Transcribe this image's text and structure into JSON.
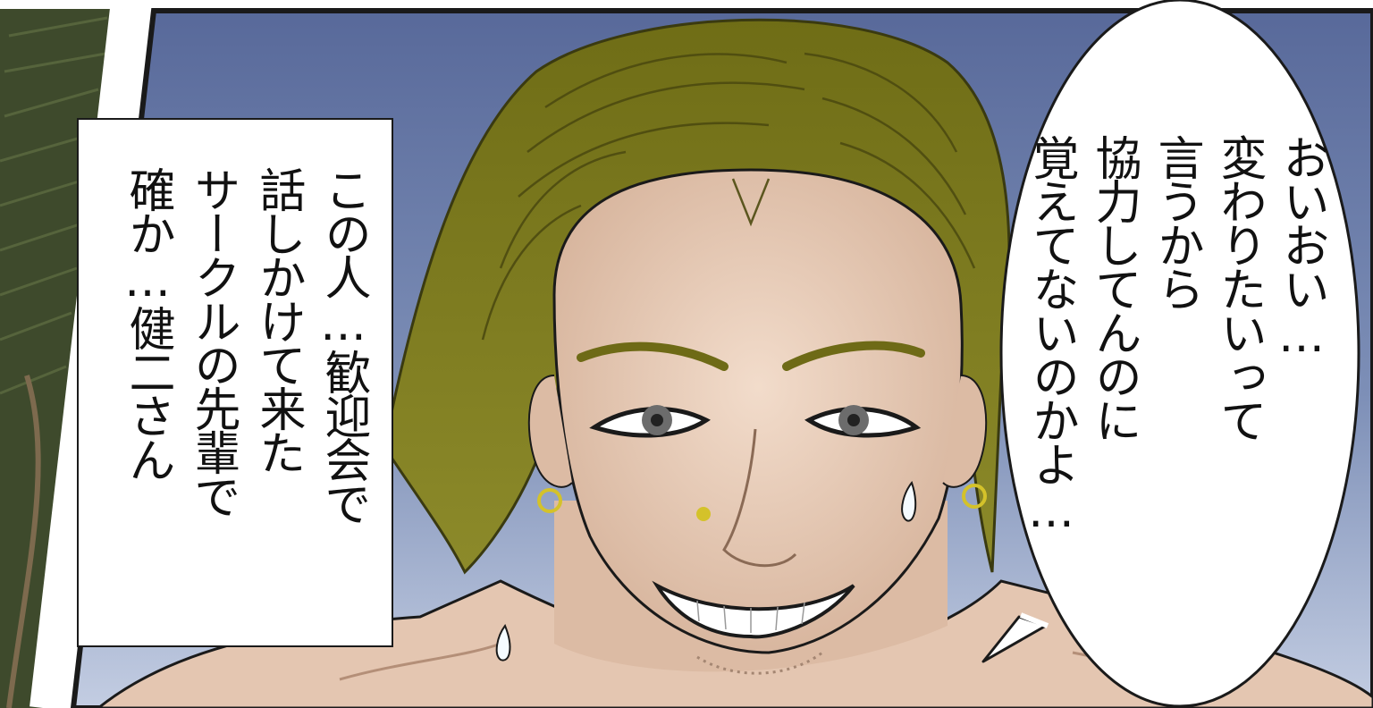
{
  "panel": {
    "narration": [
      "この人…歓迎会で",
      "話しかけて来た",
      "サークルの先輩で",
      "確か…健二さん"
    ],
    "speech": [
      "おいおい…",
      "変わりたいって",
      "言うから",
      "協力してんのに",
      "覚えてないのかよ…"
    ]
  },
  "colors": {
    "sky_top": "#5a6f9b",
    "sky_bottom": "#b9c4dc",
    "hair": "#7c7a1f",
    "skin": "#ecd3c0",
    "outline": "#1a1a1a"
  }
}
